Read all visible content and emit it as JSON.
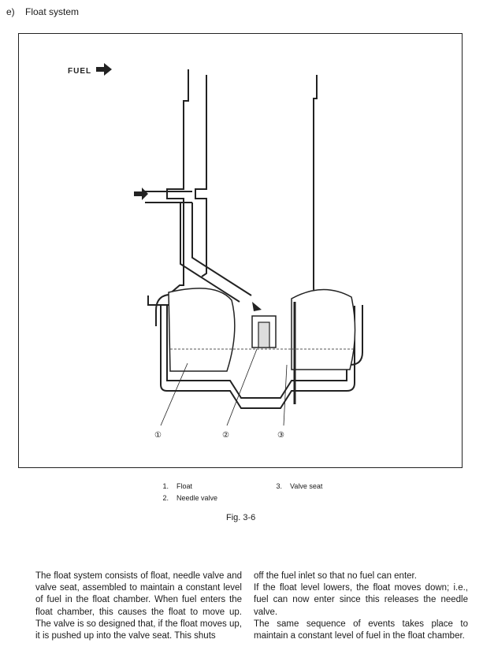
{
  "heading": {
    "number": "e)",
    "title": "Float system"
  },
  "figure": {
    "fuel_label": "FUEL",
    "callouts": [
      "①",
      "②",
      "③"
    ]
  },
  "legend": [
    {
      "num": "1.",
      "label": "Float"
    },
    {
      "num": "2.",
      "label": "Needle valve"
    },
    {
      "num": "3.",
      "label": "Valve seat"
    }
  ],
  "caption": "Fig. 3-6",
  "body": {
    "left": "The float system consists of float, needle valve and valve seat, assembled to maintain a constant level of fuel in the float chamber. When fuel enters the float chamber, this causes the float to move up. The valve is so designed that, if the float moves up, it is pushed up into the valve seat. This shuts",
    "right_1": "off the fuel inlet so that no fuel can enter.",
    "right_2": "If the float level lowers, the float moves down; i.e., fuel can now enter since this releases the needle valve.",
    "right_3": "The same sequence of events takes place to maintain a constant level of fuel in the float chamber."
  }
}
